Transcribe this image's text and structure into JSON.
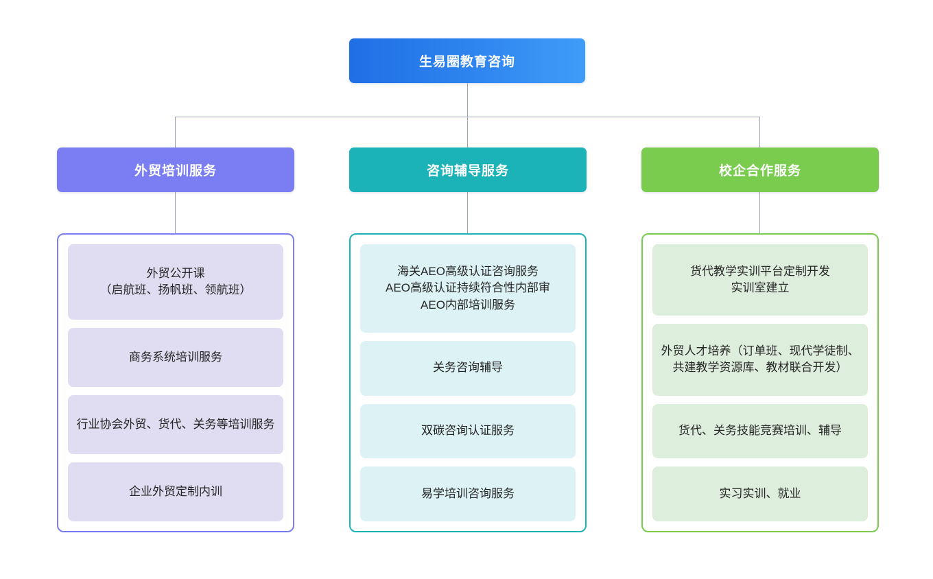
{
  "root": {
    "label": "生易圈教育咨询",
    "color": "#2f86ef",
    "gradient_from": "#1f6fe5",
    "gradient_to": "#3f9cf7"
  },
  "branches": [
    {
      "id": "foreign-trade-training",
      "header_label": "外贸培训服务",
      "header_color": "#7b7ef2",
      "card_color": "#e0dcf2",
      "items": [
        "外贸公开课\n（启航班、扬帆班、领航班）",
        "商务系统培训服务",
        "行业协会外贸、货代、关务等培训服务",
        "企业外贸定制内训"
      ]
    },
    {
      "id": "consulting-tutoring",
      "header_label": "咨询辅导服务",
      "header_color": "#1cb3b8",
      "card_color": "#dcf2f4",
      "items": [
        "海关AEO高级认证咨询服务\nAEO高级认证持续符合性内部审\nAEO内部培训服务",
        "关务咨询辅导",
        "双碳咨询认证服务",
        "易学培训咨询服务"
      ]
    },
    {
      "id": "school-enterprise-cooperation",
      "header_label": "校企合作服务",
      "header_color": "#79cc4e",
      "card_color": "#ddeedd",
      "items": [
        "货代教学实训平台定制开发\n实训室建立",
        "外贸人才培养（订单班、现代学徒制、共建教学资源库、教材联合开发）",
        "货代、关务技能竞赛培训、辅导",
        "实习实训、就业"
      ]
    }
  ],
  "connector_color": "#97a3b0"
}
